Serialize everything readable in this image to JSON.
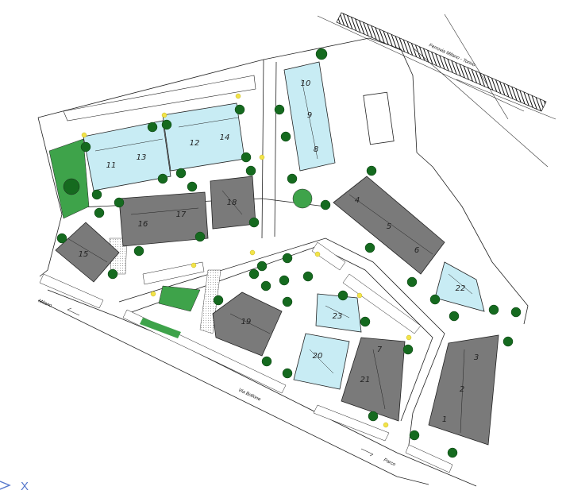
{
  "street_labels": {
    "railway": "Ferrovia Milano - Torino",
    "left_road": "Milano",
    "bottom_road": "Via Bollone",
    "right_road": "Parco"
  },
  "building_numbers": [
    "10",
    "9",
    "8",
    "11",
    "12",
    "13",
    "14",
    "15",
    "16",
    "17",
    "18",
    "1",
    "2",
    "3",
    "4",
    "5",
    "6",
    "7",
    "19",
    "20",
    "21",
    "22",
    "23"
  ],
  "axis_indicator": {
    "label": "X"
  },
  "colors": {
    "roof_light": "#c8ecf4",
    "roof_dark": "#7a7a7a",
    "tree": "#156a1f",
    "grass": "#3ea34a",
    "lamp": "#f2e34a",
    "line": "#222222"
  }
}
